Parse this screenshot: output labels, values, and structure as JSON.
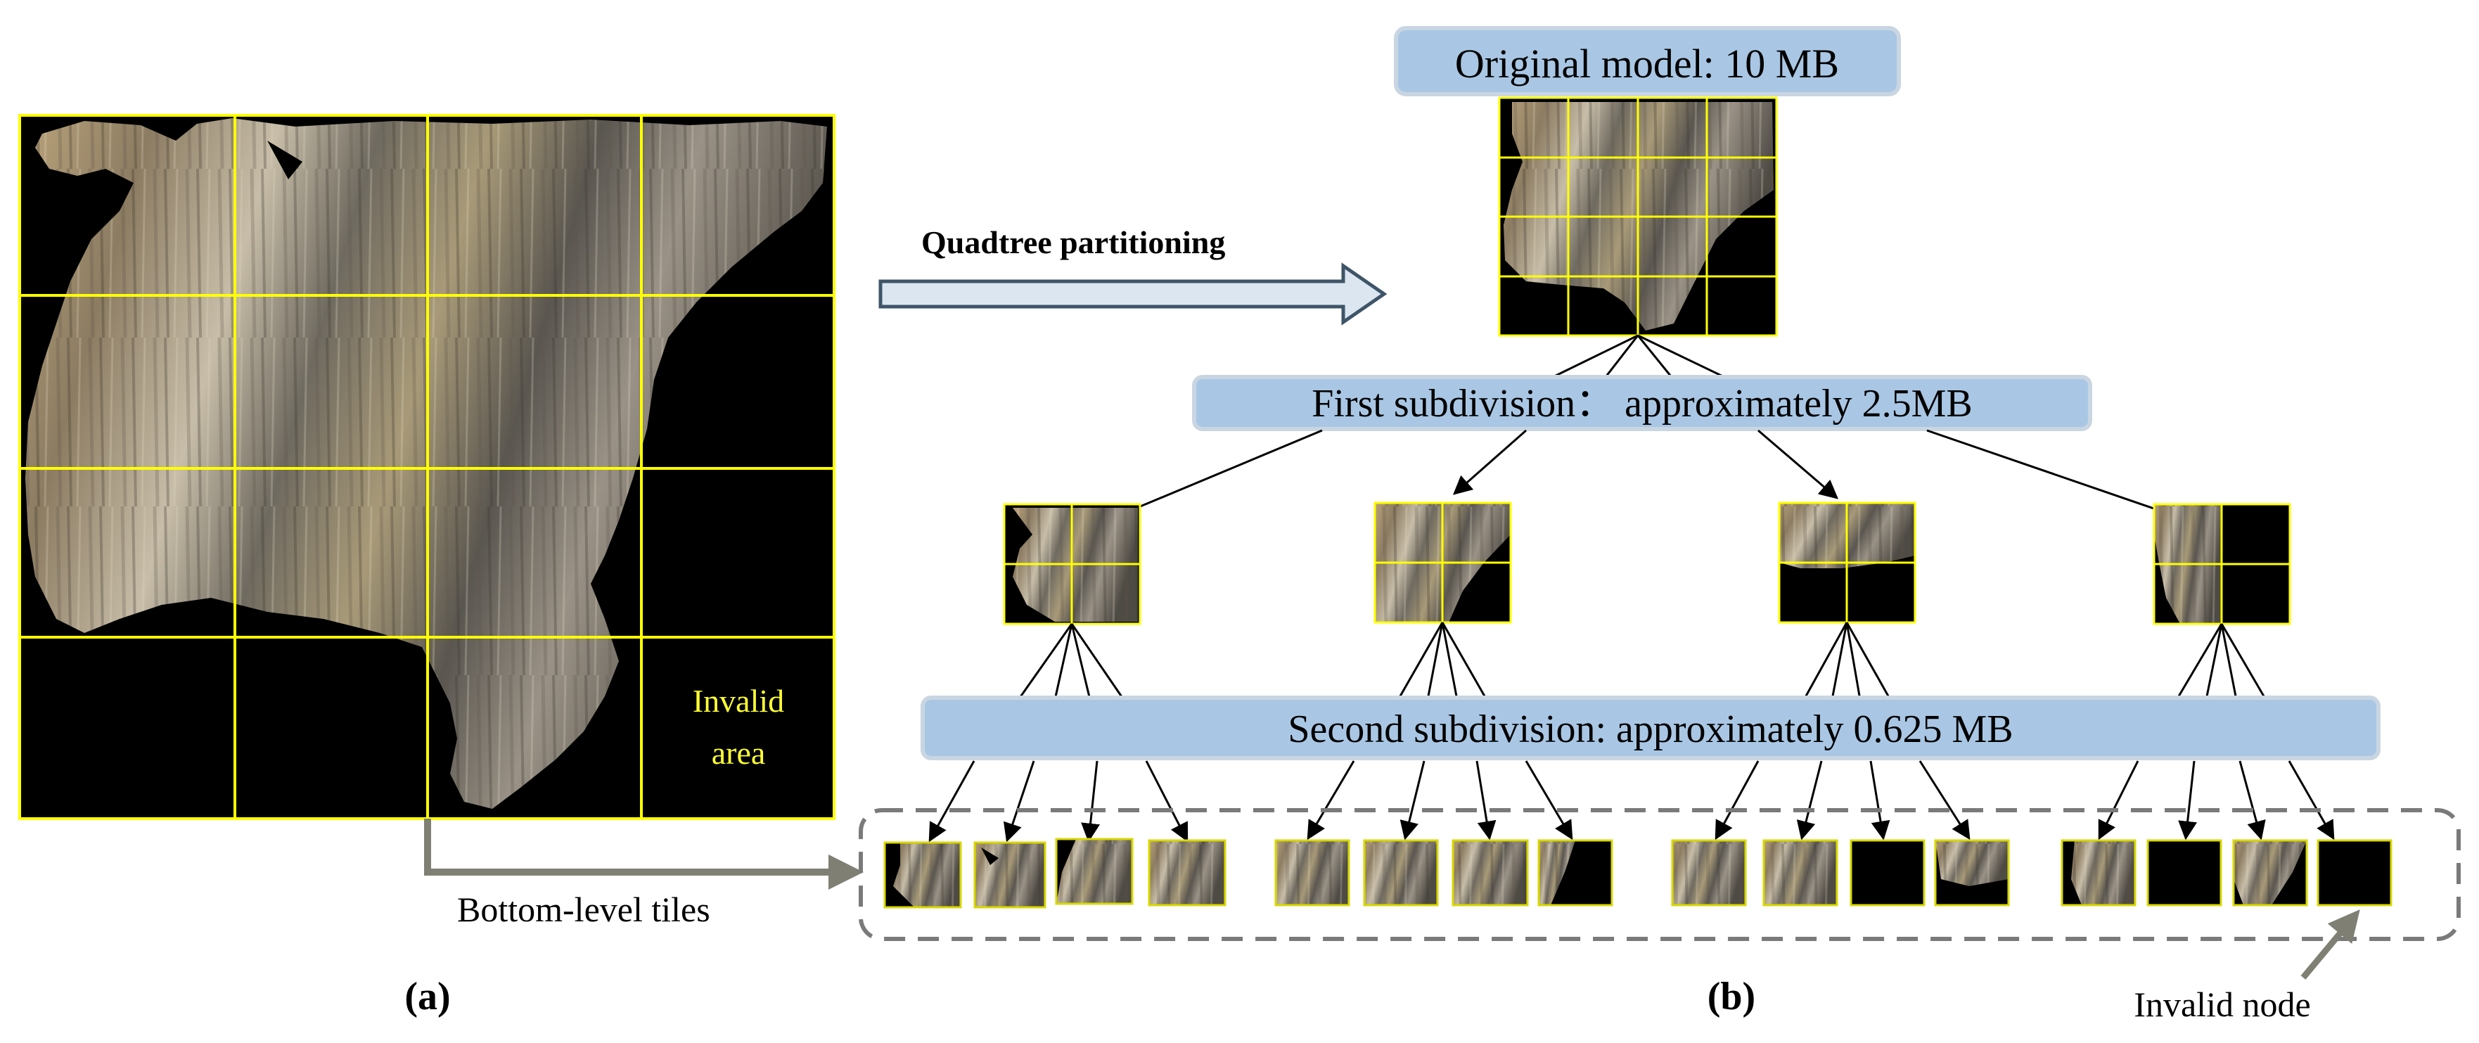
{
  "figure": {
    "panel_a_label": "(a)",
    "panel_b_label": "(b)",
    "arrow_label": "Quadtree partitioning",
    "invalid_area_line1": "Invalid",
    "invalid_area_line2": "area",
    "bottom_tiles_label": "Bottom-level tiles",
    "invalid_node_label": "Invalid node",
    "level0_label": "Original model: 10 MB",
    "level1_label": "First subdivision： approximately 2.5MB",
    "level2_label": "Second subdivision: approximately 0.625 MB"
  },
  "colors": {
    "grid_line": "#ffff00",
    "tile_border": "#d8d800",
    "label_fill": "#a9c7e4",
    "label_stroke": "#c9d6e2",
    "big_arrow_fill": "#dbe6f1",
    "big_arrow_stroke": "#3e5568",
    "gray_arrow": "#7f7f74",
    "dashed_box": "#7a7a7a",
    "invalid_text": "#ffff33",
    "background_void": "#000000"
  }
}
